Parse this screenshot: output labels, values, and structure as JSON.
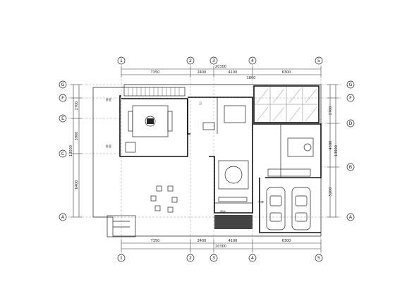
{
  "grid_axes": {
    "columns": [
      "1",
      "2",
      "3",
      "4",
      "5"
    ],
    "rows_left": [
      "G",
      "F",
      "E",
      "C",
      "A"
    ],
    "rows_right": [
      "G",
      "F",
      "D",
      "B",
      "A"
    ]
  },
  "dimensions": {
    "top_segments": [
      "7350",
      "2400",
      "4100",
      "6300"
    ],
    "top_total": "20300",
    "bottom_segments": [
      "7350",
      "2400",
      "4100",
      "6300"
    ],
    "bottom_total": "20300",
    "left_segments": [
      "2700",
      "3900",
      "6400"
    ],
    "left_total": "13000",
    "right_segments": [
      "2700",
      "4500",
      "5200"
    ],
    "right_total": "13000",
    "top_small": "1800"
  },
  "room_labels": {
    "living_a": "卧室",
    "living_b": "卧室",
    "bath": "卫",
    "garage": "车库",
    "kitchen": "厨房"
  },
  "colors": {
    "line": "#111111",
    "hatch": "#444444",
    "background": "#ffffff"
  }
}
